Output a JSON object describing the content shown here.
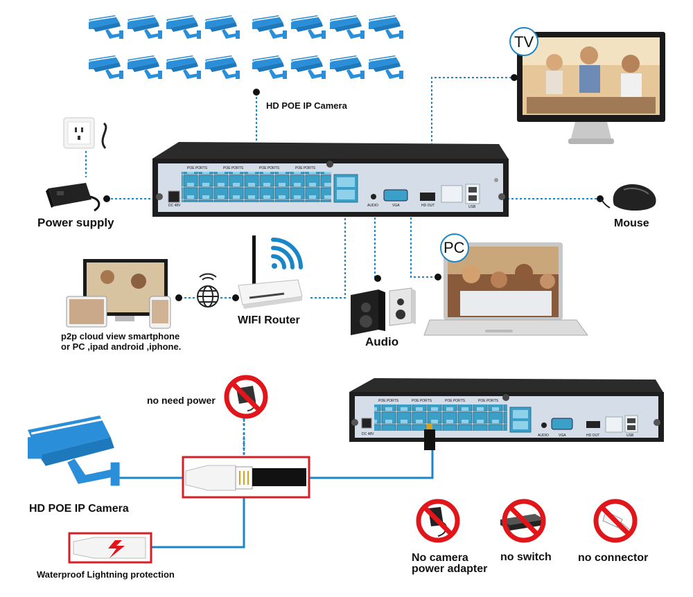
{
  "labels": {
    "camera_top": "HD POE IP Camera",
    "tv": "TV",
    "power_supply": "Power supply",
    "mouse": "Mouse",
    "pc": "PC",
    "wifi_router": "WIFI Router",
    "audio": "Audio",
    "p2p_line1": "p2p cloud view smartphone",
    "p2p_line2": "or PC ,ipad android ,iphone.",
    "no_need_power": "no need power",
    "camera_bottom": "HD POE IP Camera",
    "waterproof": "Waterproof Lightning protection",
    "no_adapter_line1": "No camera",
    "no_adapter_line2": "power adapter",
    "no_switch": "no switch",
    "no_connector": "no connector"
  },
  "nvr_port_labels": {
    "poe_ports": "POE PORTS",
    "audio": "AUDIO",
    "vga": "VGA",
    "hdout": "HD OUT",
    "usb": "USB",
    "dc": "DC 48V"
  },
  "colors": {
    "camera_blue": "#2a8fd8",
    "line_blue": "#1a86c8",
    "nvr_body": "#1e1e1e",
    "nvr_panel": "#d4dde8",
    "port_blue": "#3aa0c8",
    "prohibit_red": "#e0161b",
    "highlight_red": "#d42026"
  },
  "icons": [
    "cctv-camera-icon",
    "power-adapter-icon",
    "wall-socket-icon",
    "nvr-recorder-icon",
    "tv-monitor-icon",
    "mouse-icon",
    "laptop-pc-icon",
    "wifi-router-icon",
    "wifi-signal-icon",
    "globe-icon",
    "speakers-icon",
    "prohibited-icon",
    "network-switch-icon",
    "rj45-connector-icon",
    "lightning-icon"
  ]
}
